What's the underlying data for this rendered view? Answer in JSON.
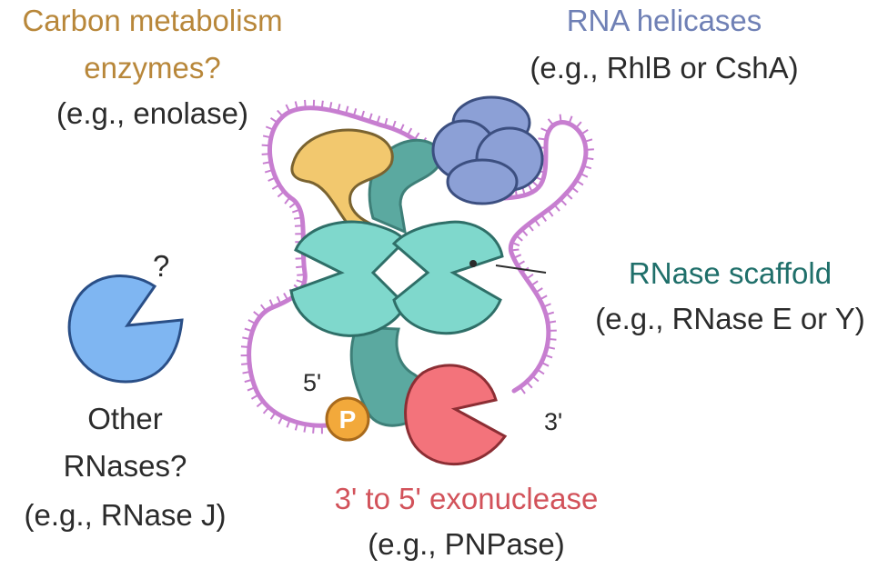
{
  "colors": {
    "carbon": "#B8873A",
    "helicase": "#6F80B5",
    "scaffold": "#1F6F6A",
    "exonuclease": "#D2525A",
    "text": "#2B2B2B",
    "rna": "#C77ED0",
    "scaffold_fill": "#7FD8CC",
    "arm_fill": "#5BA9A0",
    "enolase_fill": "#F2C86E",
    "helicase_fill": "#8CA0D6",
    "other_rnase_fill": "#7FB6F2",
    "pnpase_fill": "#F3737B",
    "phosphate_fill": "#F2A93B"
  },
  "labels": {
    "carbon": {
      "line1": "Carbon metabolism",
      "line2": "enzymes?",
      "example": "(e.g., enolase)"
    },
    "helicase": {
      "title": "RNA helicases",
      "example": "(e.g., RhlB or CshA)"
    },
    "scaffold": {
      "title": "RNase scaffold",
      "example": "(e.g., RNase E or Y)"
    },
    "other": {
      "q": "?",
      "line1": "Other",
      "line2": "RNases?",
      "example": "(e.g., RNase J)"
    },
    "exonuclease": {
      "title": "3' to 5' exonuclease",
      "example": "(e.g., PNPase)"
    },
    "rna_ends": {
      "five_prime": "5'",
      "three_prime": "3'"
    },
    "phosphate": "P"
  },
  "icons": [
    "enolase-icon",
    "rna-helicase-icon",
    "rnase-scaffold-icon",
    "other-rnase-icon",
    "pnpase-icon",
    "phosphate-icon",
    "rna-strand-icon"
  ]
}
